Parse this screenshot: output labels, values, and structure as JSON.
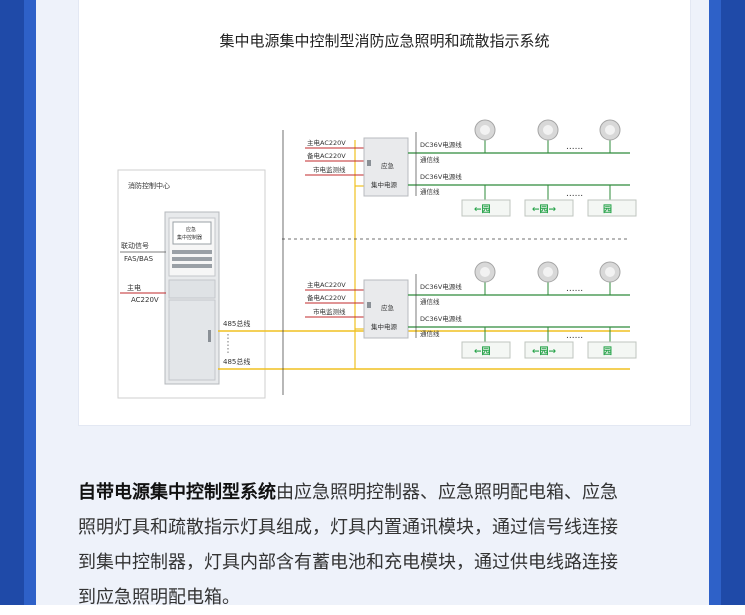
{
  "diagram": {
    "title": "集中电源集中控制型消防应急照明和疏散指示系统",
    "control_center": {
      "label": "消防控制中心",
      "cabinet_screen": [
        "应急",
        "集中控制器"
      ],
      "linkage_signal": "联动信号",
      "fas_bas": "FAS/BAS",
      "main_power": "主电",
      "ac220": "AC220V",
      "bus1": "485总线",
      "bus2": "485总线"
    },
    "power_units": [
      {
        "inputs": [
          "主电AC220V",
          "备电AC220V",
          "市电监测线"
        ],
        "label_top": "应急",
        "label_bottom": "集中电源",
        "lines": [
          "DC36V电源线",
          "通信线",
          "DC36V电源线",
          "通信线"
        ],
        "dots": "......",
        "sign_text": "←园"
      },
      {
        "inputs": [
          "主电AC220V",
          "备电AC220V",
          "市电监测线"
        ],
        "label_top": "应急",
        "label_bottom": "集中电源",
        "lines": [
          "DC36V电源线",
          "通信线",
          "DC36V电源线",
          "通信线"
        ],
        "dots": "......",
        "sign_text": "←园"
      }
    ],
    "exit_signs": [
      "←园",
      "←园→",
      "园"
    ]
  },
  "description": {
    "bold": "自带电源集中控制型系统",
    "lines": [
      "由应急照明控制器、应急照明配电箱、应急",
      "照明灯具和疏散指示灯具组成，灯具内置通讯模块，通过信号线连接",
      "到集中控制器，灯具内部含有蓄电池和充电模块，通过供电线路连接",
      "到应急照明配电箱。"
    ]
  },
  "colors": {
    "frame_blue": "#1f4aa8",
    "panel_bg": "#eef2fa",
    "line_green": "#2e8b3a",
    "line_red": "#c0282b",
    "line_yellow": "#f0c020",
    "sign_green": "#27a34a"
  }
}
